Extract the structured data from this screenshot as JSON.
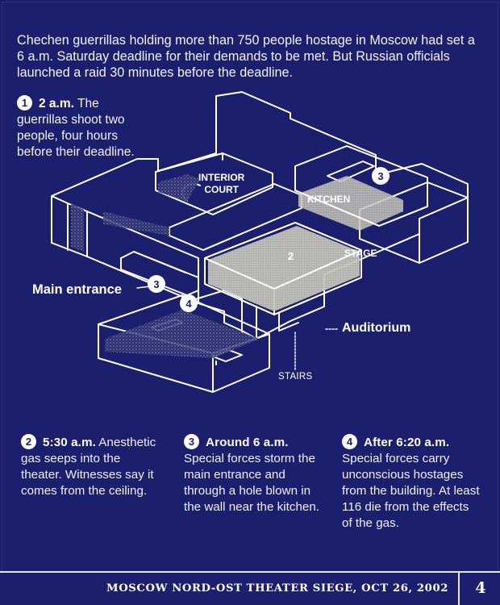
{
  "intro": "Chechen guerrillas holding more than 750 people hostage in Moscow had set a 6 a.m. Saturday deadline for their demands to be met. But Russian officials launched a raid 30 minutes before the deadline.",
  "steps": [
    {
      "num": "1",
      "time": "2 a.m.",
      "text": " The guerrillas shoot two people, four hours before their deadline."
    },
    {
      "num": "2",
      "time": "5:30 a.m.",
      "text": " Anesthetic gas seeps into the theater. Witnesses say it comes from the ceiling."
    },
    {
      "num": "3",
      "time": "Around 6 a.m.",
      "text": "Special forces storm the main entrance and through a hole blown in the wall near the kitchen."
    },
    {
      "num": "4",
      "time": "After 6:20 a.m.",
      "text": "Special forces carry unconscious hostages from the building. At least 116 die from the effects of the gas."
    }
  ],
  "labels": {
    "main_entrance": "Main entrance",
    "auditorium": "Auditorium",
    "interior_court_1": "INTERIOR",
    "interior_court_2": "COURT",
    "kitchen": "KITCHEN",
    "stage": "STAGE",
    "stairs": "STAIRS",
    "marker_2": "2"
  },
  "markers": {
    "m3a": "3",
    "m3b": "3",
    "m4": "4"
  },
  "footer": {
    "title": "MOSCOW NORD-OST THEATER SIEGE, OCT 26, 2002",
    "page": "4"
  },
  "colors": {
    "background": "#1c1f6e",
    "line": "#ffffff",
    "shade": "#c9c9bd"
  }
}
